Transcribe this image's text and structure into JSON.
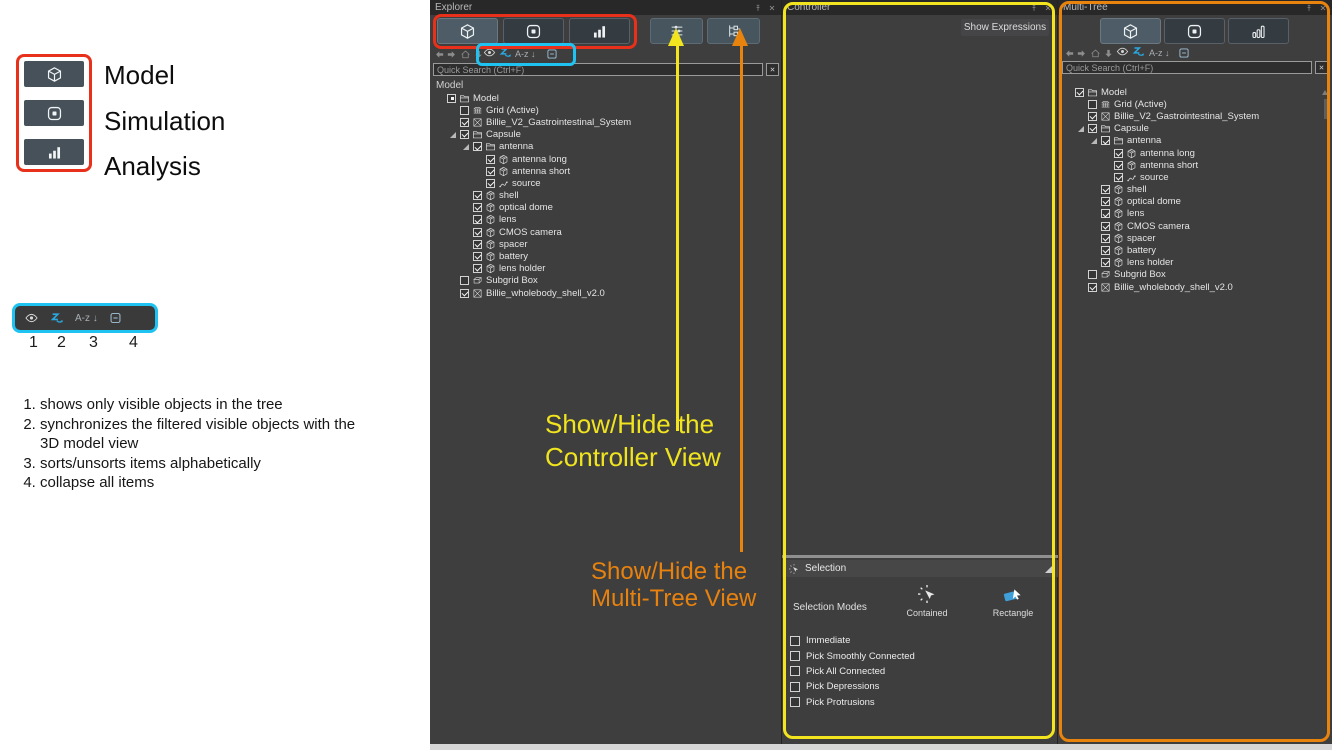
{
  "legend": {
    "items": [
      {
        "label": "Model",
        "icon": "cube"
      },
      {
        "label": "Simulation",
        "icon": "sim"
      },
      {
        "label": "Analysis",
        "icon": "bars"
      }
    ]
  },
  "filter_legend": {
    "sort_label": "A-z ↓",
    "numbers": [
      "1",
      "2",
      "3",
      "4"
    ]
  },
  "notes": [
    "shows only visible objects in the tree",
    "synchronizes the filtered visible objects with the 3D model view",
    "sorts/unsorts items alphabetically",
    "collapse all items"
  ],
  "annotations": {
    "controller": {
      "line1": "Show/Hide the",
      "line2": "Controller View"
    },
    "multitree": {
      "line1": "Show/Hide the",
      "line2": "Multi-Tree View"
    },
    "colors": {
      "red": "#e8301a",
      "cyan": "#1fc3f2",
      "yellow": "#f2e41f",
      "orange": "#e8840e"
    }
  },
  "explorer": {
    "title": "Explorer",
    "search_placeholder": "Quick Search (Ctrl+F)",
    "sort_label": "A-z ↓",
    "tree_header": "Model",
    "tree": [
      {
        "label": "Model",
        "level": 0,
        "state": "partial",
        "icon": "folder",
        "expander": false
      },
      {
        "label": "Grid (Active)",
        "level": 1,
        "state": "unchecked",
        "icon": "grid",
        "expander": false
      },
      {
        "label": "Billie_V2_Gastrointestinal_System",
        "level": 1,
        "state": "checked",
        "icon": "mesh",
        "expander": false
      },
      {
        "label": "Capsule",
        "level": 1,
        "state": "checked",
        "icon": "folder",
        "expander": true
      },
      {
        "label": "antenna",
        "level": 2,
        "state": "checked",
        "icon": "folder",
        "expander": true
      },
      {
        "label": "antenna long",
        "level": 3,
        "state": "checked",
        "icon": "solid",
        "expander": false
      },
      {
        "label": "antenna short",
        "level": 3,
        "state": "checked",
        "icon": "solid",
        "expander": false
      },
      {
        "label": "source",
        "level": 3,
        "state": "checked",
        "icon": "source",
        "expander": false
      },
      {
        "label": "shell",
        "level": 2,
        "state": "checked",
        "icon": "solid",
        "expander": false
      },
      {
        "label": "optical dome",
        "level": 2,
        "state": "checked",
        "icon": "solid",
        "expander": false
      },
      {
        "label": "lens",
        "level": 2,
        "state": "checked",
        "icon": "solid",
        "expander": false
      },
      {
        "label": "CMOS camera",
        "level": 2,
        "state": "checked",
        "icon": "solid",
        "expander": false
      },
      {
        "label": "spacer",
        "level": 2,
        "state": "checked",
        "icon": "solid",
        "expander": false
      },
      {
        "label": "battery",
        "level": 2,
        "state": "checked",
        "icon": "solid",
        "expander": false
      },
      {
        "label": "lens holder",
        "level": 2,
        "state": "checked",
        "icon": "solid",
        "expander": false
      },
      {
        "label": "Subgrid Box",
        "level": 1,
        "state": "unchecked",
        "icon": "subgrid",
        "expander": false
      },
      {
        "label": "Billie_wholebody_shell_v2.0",
        "level": 1,
        "state": "checked",
        "icon": "mesh",
        "expander": false
      }
    ]
  },
  "controller": {
    "title": "Controller",
    "show_expressions": "Show Expressions",
    "selection": {
      "header": "Selection",
      "modes_label": "Selection Modes",
      "modes": [
        {
          "label": "Contained",
          "icon": "contained"
        },
        {
          "label": "Rectangle",
          "icon": "rectmode"
        }
      ],
      "options": [
        "Immediate",
        "Pick Smoothly Connected",
        "Pick All Connected",
        "Pick Depressions",
        "Pick Protrusions"
      ]
    }
  },
  "multitree": {
    "title": "Multi-Tree",
    "search_placeholder": "Quick Search (Ctrl+F)",
    "sort_label": "A-z ↓",
    "tree": [
      {
        "label": "Model",
        "level": 0,
        "state": "checked",
        "icon": "folder",
        "expander": false
      },
      {
        "label": "Grid (Active)",
        "level": 1,
        "state": "unchecked",
        "icon": "grid",
        "expander": false
      },
      {
        "label": "Billie_V2_Gastrointestinal_System",
        "level": 1,
        "state": "checked",
        "icon": "mesh",
        "expander": false
      },
      {
        "label": "Capsule",
        "level": 1,
        "state": "checked",
        "icon": "folder",
        "expander": true
      },
      {
        "label": "antenna",
        "level": 2,
        "state": "checked",
        "icon": "folder",
        "expander": true
      },
      {
        "label": "antenna long",
        "level": 3,
        "state": "checked",
        "icon": "solid",
        "expander": false
      },
      {
        "label": "antenna short",
        "level": 3,
        "state": "checked",
        "icon": "solid",
        "expander": false
      },
      {
        "label": "source",
        "level": 3,
        "state": "checked",
        "icon": "source",
        "expander": false
      },
      {
        "label": "shell",
        "level": 2,
        "state": "checked",
        "icon": "solid",
        "expander": false
      },
      {
        "label": "optical dome",
        "level": 2,
        "state": "checked",
        "icon": "solid",
        "expander": false
      },
      {
        "label": "lens",
        "level": 2,
        "state": "checked",
        "icon": "solid",
        "expander": false
      },
      {
        "label": "CMOS camera",
        "level": 2,
        "state": "checked",
        "icon": "solid",
        "expander": false
      },
      {
        "label": "spacer",
        "level": 2,
        "state": "checked",
        "icon": "solid",
        "expander": false
      },
      {
        "label": "battery",
        "level": 2,
        "state": "checked",
        "icon": "solid",
        "expander": false
      },
      {
        "label": "lens holder",
        "level": 2,
        "state": "checked",
        "icon": "solid",
        "expander": false
      },
      {
        "label": "Subgrid Box",
        "level": 1,
        "state": "unchecked",
        "icon": "subgrid",
        "expander": false
      },
      {
        "label": "Billie_wholebody_shell_v2.0",
        "level": 1,
        "state": "checked",
        "icon": "mesh",
        "expander": false
      }
    ]
  }
}
